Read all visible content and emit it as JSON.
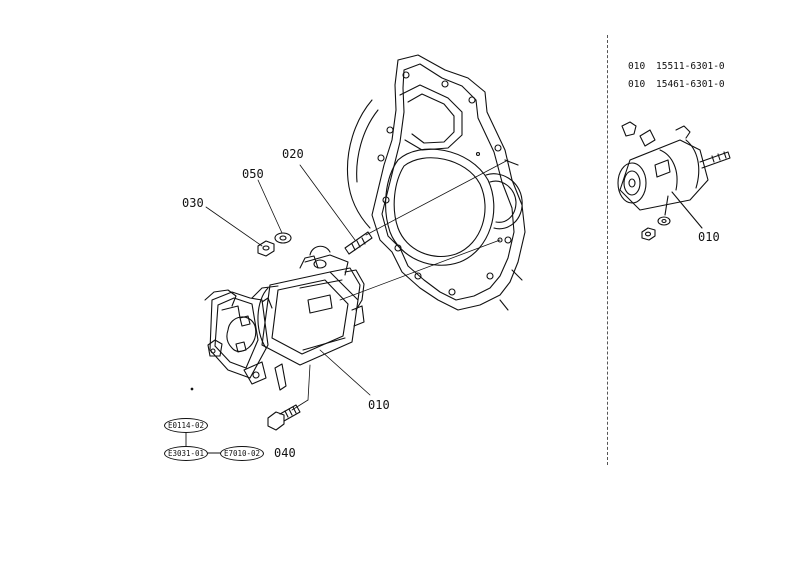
{
  "callouts": {
    "c010_main": "010",
    "c020": "020",
    "c030": "030",
    "c040": "040",
    "c050": "050",
    "c010_inset": "010"
  },
  "parts_list": [
    {
      "no": "010",
      "part": "15511-6301-0"
    },
    {
      "no": "010",
      "part": "15461-6301-0"
    }
  ],
  "reference_codes": {
    "top": "E0114-02",
    "bottom_left": "E3031-01",
    "bottom_right": "E7010-02"
  }
}
